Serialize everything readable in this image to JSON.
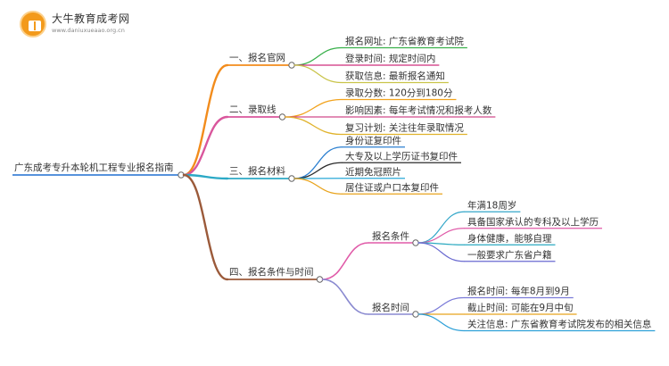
{
  "brand": {
    "name": "大牛教育成考网",
    "url": "www.daniuxueaao.org.cn"
  },
  "root": {
    "label": "广东成考专升本轮机工程专业报名指南"
  },
  "branches": [
    {
      "label": "一、报名官网",
      "color": "#f28c1c",
      "leaves": [
        {
          "label": "报名网址: 广东省教育考试院",
          "color": "#38b04a"
        },
        {
          "label": "登录时间: 规定时间内",
          "color": "#cf2d7c"
        },
        {
          "label": "获取信息: 最新报名通知",
          "color": "#c9c44a"
        }
      ]
    },
    {
      "label": "二、录取线",
      "color": "#d9569c",
      "leaves": [
        {
          "label": "录取分数: 120分到180分",
          "color": "#f2a31d"
        },
        {
          "label": "影响因素: 每年考试情况和报考人数",
          "color": "#d04a8a"
        },
        {
          "label": "复习计划: 关注往年录取情况",
          "color": "#e0b22a"
        }
      ]
    },
    {
      "label": "三、报名材料",
      "color": "#2ba9c6",
      "leaves": [
        {
          "label": "身份证复印件",
          "color": "#2b7fd0"
        },
        {
          "label": "大专及以上学历证书复印件",
          "color": "#2b2b2b"
        },
        {
          "label": "近期免冠照片",
          "color": "#2aa9d8"
        },
        {
          "label": "居住证或户口本复印件",
          "color": "#e8a31c"
        }
      ]
    },
    {
      "label": "四、报名条件与时间",
      "color": "#9b5a3a",
      "children": [
        {
          "label": "报名条件",
          "color": "#e05aa8",
          "leaves": [
            {
              "label": "年满18周岁",
              "color": "#34a7c9"
            },
            {
              "label": "具备国家承认的专科及以上学历",
              "color": "#e05aa8"
            },
            {
              "label": "身体健康，能够自理",
              "color": "#2aa9c0"
            },
            {
              "label": "一般要求广东省户籍",
              "color": "#6a6ad0"
            }
          ]
        },
        {
          "label": "报名时间",
          "color": "#8a8ad0",
          "leaves": [
            {
              "label": "报名时间: 每年8月到9月",
              "color": "#7a7ad8"
            },
            {
              "label": "截止时间: 可能在9月中旬",
              "color": "#e8a31c"
            },
            {
              "label": "关注信息: 广东省教育考试院发布的相关信息",
              "color": "#2ea0d8"
            }
          ]
        }
      ]
    }
  ]
}
